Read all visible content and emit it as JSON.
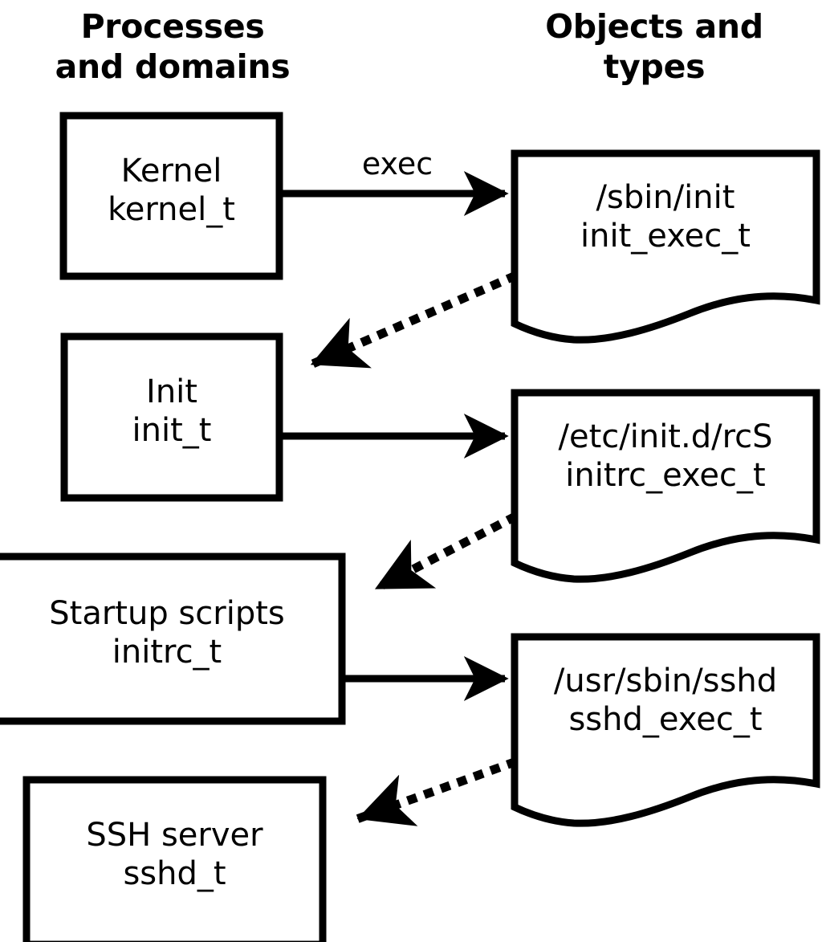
{
  "diagram": {
    "title_left": "Processes\nand domains",
    "headers": {
      "left": {
        "line1": "Processes",
        "line2": "and domains"
      },
      "right": {
        "line1": "Objects and",
        "line2": "types"
      }
    },
    "process_nodes": [
      {
        "id": "kernel",
        "name_line": "Kernel",
        "type_line": "kernel_t",
        "shape": "rectangle"
      },
      {
        "id": "init",
        "name_line": "Init",
        "type_line": "init_t",
        "shape": "rectangle"
      },
      {
        "id": "initrc",
        "name_line": "Startup scripts",
        "type_line": "initrc_t",
        "shape": "rectangle"
      },
      {
        "id": "sshd",
        "name_line": "SSH server",
        "type_line": "sshd_t",
        "shape": "rectangle"
      }
    ],
    "object_nodes": [
      {
        "id": "init_exec",
        "path_line": "/sbin/init",
        "type_line": "init_exec_t",
        "shape": "document"
      },
      {
        "id": "initrc_exec",
        "path_line": "/etc/init.d/rcS",
        "type_line": "initrc_exec_t",
        "shape": "document"
      },
      {
        "id": "sshd_exec",
        "path_line": "/usr/sbin/sshd",
        "type_line": "sshd_exec_t",
        "shape": "document"
      }
    ],
    "edges": [
      {
        "id": "kernel-execs-init",
        "from": "kernel",
        "to": "init_exec",
        "style": "solid",
        "label": "exec"
      },
      {
        "id": "init-exec-transition-init",
        "from": "init_exec",
        "to": "init",
        "style": "dotted",
        "label": ""
      },
      {
        "id": "init-execs-initrc",
        "from": "init",
        "to": "initrc_exec",
        "style": "solid",
        "label": ""
      },
      {
        "id": "initrc-exec-transition-initrc",
        "from": "initrc_exec",
        "to": "initrc",
        "style": "dotted",
        "label": ""
      },
      {
        "id": "initrc-execs-sshd",
        "from": "initrc",
        "to": "sshd_exec",
        "style": "solid",
        "label": ""
      },
      {
        "id": "sshd-exec-transition-sshd",
        "from": "sshd_exec",
        "to": "sshd",
        "style": "dotted",
        "label": ""
      }
    ],
    "colors": {
      "stroke": "#000000",
      "fill": "#ffffff",
      "text": "#000000"
    }
  }
}
